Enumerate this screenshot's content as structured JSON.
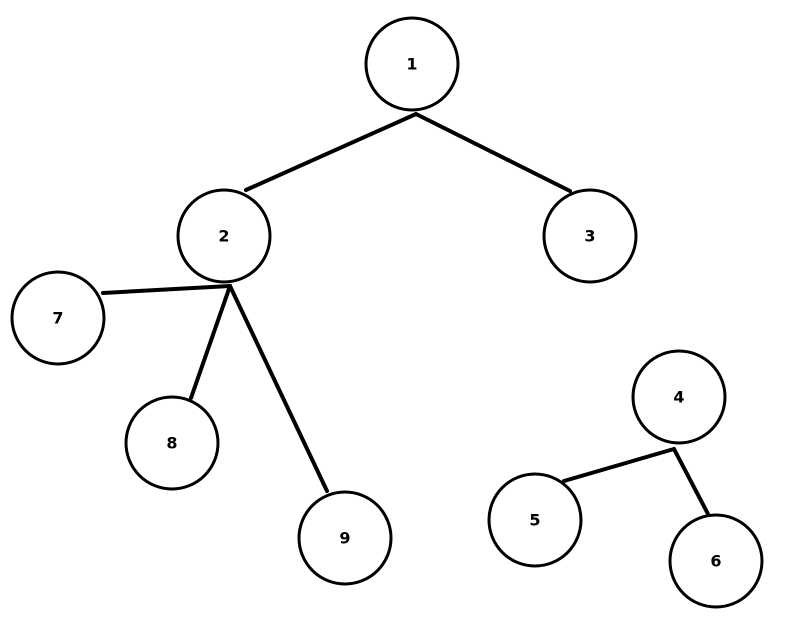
{
  "diagram": {
    "nodes": [
      {
        "id": "1",
        "label": "1"
      },
      {
        "id": "2",
        "label": "2"
      },
      {
        "id": "3",
        "label": "3"
      },
      {
        "id": "7",
        "label": "7"
      },
      {
        "id": "8",
        "label": "8"
      },
      {
        "id": "9",
        "label": "9"
      },
      {
        "id": "4",
        "label": "4"
      },
      {
        "id": "5",
        "label": "5"
      },
      {
        "id": "6",
        "label": "6"
      }
    ],
    "edges": [
      {
        "from": "1",
        "to": "2"
      },
      {
        "from": "1",
        "to": "3"
      },
      {
        "from": "2",
        "to": "7"
      },
      {
        "from": "2",
        "to": "8"
      },
      {
        "from": "2",
        "to": "9"
      },
      {
        "from": "4",
        "to": "5"
      },
      {
        "from": "4",
        "to": "6"
      }
    ]
  }
}
